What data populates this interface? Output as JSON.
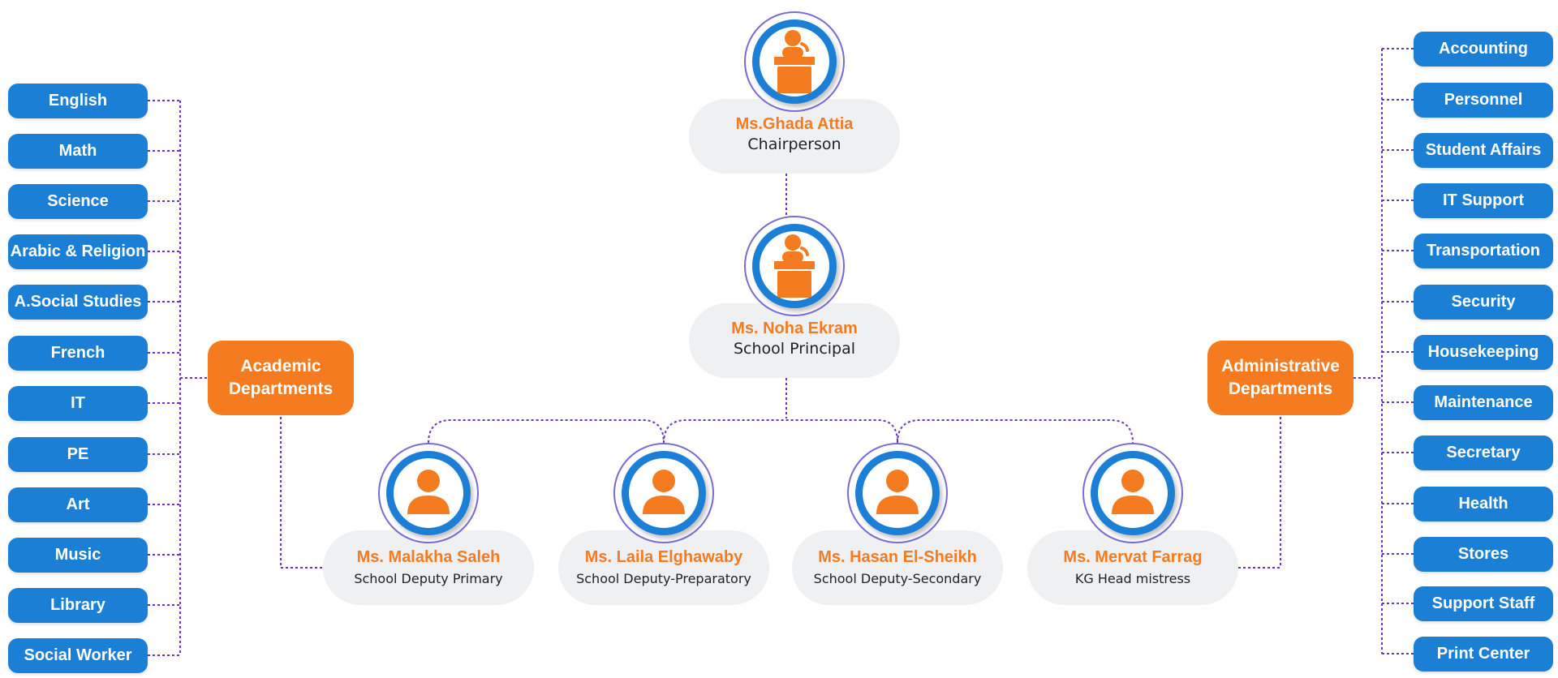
{
  "colors": {
    "blue": "#1b7fd6",
    "orange": "#f47b20",
    "connector": "#6a33c9",
    "card": "#eef0f2"
  },
  "leadership": [
    {
      "name": "Ms.Ghada Attia",
      "role": "Chairperson",
      "icon": "podium-icon"
    },
    {
      "name": "Ms. Noha Ekram",
      "role": "School Principal",
      "icon": "podium-icon"
    }
  ],
  "deputies": [
    {
      "name": "Ms. Malakha Saleh",
      "role": "School Deputy Primary",
      "icon": "user-icon"
    },
    {
      "name": "Ms. Laila Elghawaby",
      "role": "School Deputy-Preparatory",
      "icon": "user-icon"
    },
    {
      "name": "Ms. Hasan El-Sheikh",
      "role": "School Deputy-Secondary",
      "icon": "user-icon"
    },
    {
      "name": "Ms. Mervat Farrag",
      "role": "KG Head mistress",
      "icon": "user-icon"
    }
  ],
  "academic": {
    "label_line1": "Academic",
    "label_line2": "Departments",
    "items": [
      "English",
      "Math",
      "Science",
      "Arabic & Religion",
      "A.Social Studies",
      "French",
      "IT",
      "PE",
      "Art",
      "Music",
      "Library",
      "Social Worker"
    ]
  },
  "administrative": {
    "label_line1": "Administrative",
    "label_line2": "Departments",
    "items": [
      "Accounting",
      "Personnel",
      "Student Affairs",
      "IT Support",
      "Transportation",
      "Security",
      "Housekeeping",
      "Maintenance",
      "Secretary",
      "Health",
      "Stores",
      "Support Staff",
      "Print Center"
    ]
  }
}
